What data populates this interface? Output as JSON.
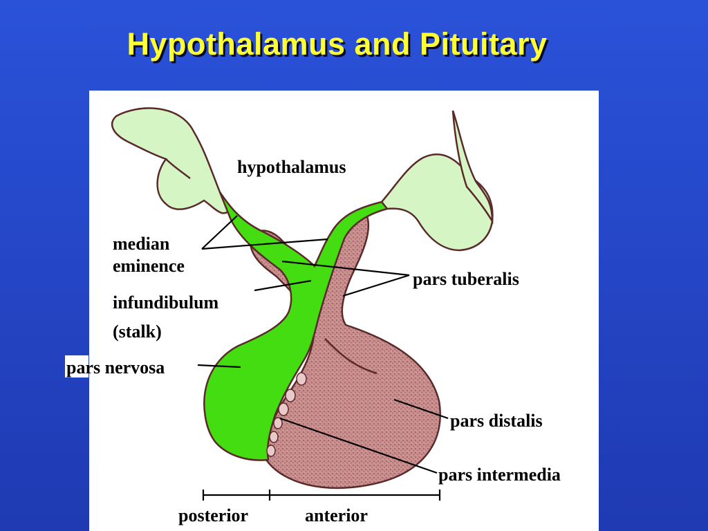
{
  "slide": {
    "title": "Hypothalamus and Pituitary"
  },
  "labels": {
    "hypothalamus": "hypothalamus",
    "median_line1": "median",
    "median_line2": "eminence",
    "infundibulum_line1": "infundibulum",
    "infundibulum_line2": "(stalk)",
    "pars_tuberalis": "pars tuberalis",
    "pars_nervosa": "pars nervosa",
    "pars_distalis": "pars distalis",
    "pars_intermedia": "pars intermedia",
    "posterior": "posterior",
    "anterior": "anterior"
  },
  "colors": {
    "background": "#2547c8",
    "title": "#ffff33",
    "hypothalamus_fill": "#d6f5c4",
    "neural_fill": "#44dd11",
    "glandular_fill": "#c98e8e",
    "outline": "#5a2a2a"
  }
}
